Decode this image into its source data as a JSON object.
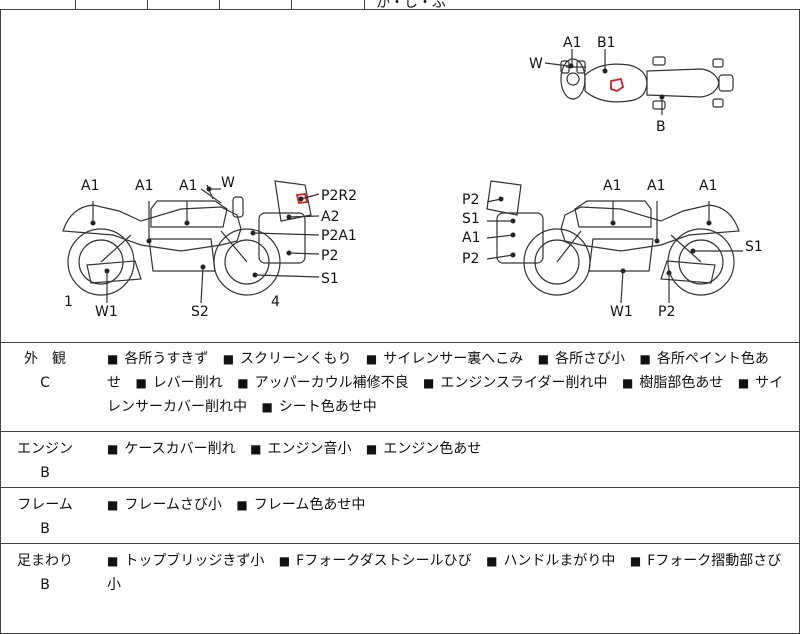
{
  "top_strip": {
    "fragment_text": "か・し・ぶ"
  },
  "diagram": {
    "top_view_labels": [
      "A1",
      "B1",
      "W",
      "B"
    ],
    "left_view_labels": [
      "A1",
      "A1",
      "A1",
      "W",
      "P2R2",
      "A2",
      "P2A1",
      "P2",
      "S1",
      "1",
      "W1",
      "S2",
      "4"
    ],
    "right_view_labels": [
      "P2",
      "S1",
      "A1",
      "P2",
      "A1",
      "A1",
      "A1",
      "S1",
      "W1",
      "P2"
    ],
    "damage_color": "#d42020"
  },
  "evaluation": [
    {
      "category": "外　観",
      "grade": "C",
      "items": [
        "各所うすきず",
        "スクリーンくもり",
        "サイレンサー裏へこみ",
        "各所さび小",
        "各所ペイント色あせ",
        "レバー削れ",
        "アッパーカウル補修不良",
        "エンジンスライダー削れ中",
        "樹脂部色あせ",
        "サイレンサーカバー削れ中",
        "シート色あせ中"
      ]
    },
    {
      "category": "エンジン",
      "grade": "B",
      "items": [
        "ケースカバー削れ",
        "エンジン音小",
        "エンジン色あせ"
      ]
    },
    {
      "category": "フレーム",
      "grade": "B",
      "items": [
        "フレームさび小",
        "フレーム色あせ中"
      ]
    },
    {
      "category": "足まわり",
      "grade": "B",
      "items": [
        "トップブリッジきず小",
        "Fフォークダストシールひび",
        "ハンドルまがり中",
        "Fフォーク摺動部さび小"
      ]
    }
  ]
}
